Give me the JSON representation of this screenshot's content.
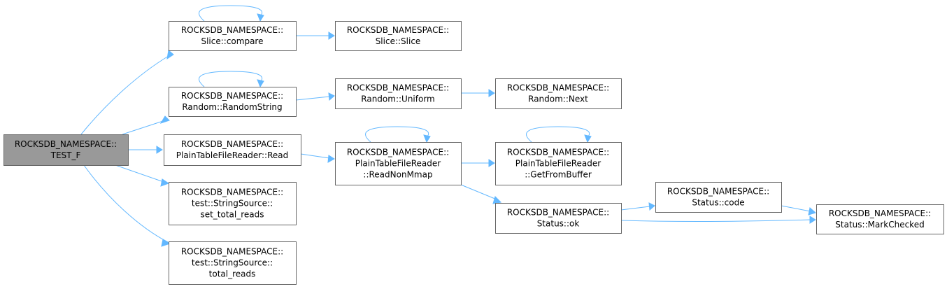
{
  "diagram": {
    "nodes": {
      "test_f": [
        "ROCKSDB_NAMESPACE::",
        "TEST_F"
      ],
      "slice_compare": [
        "ROCKSDB_NAMESPACE::",
        "Slice::compare"
      ],
      "slice_slice": [
        "ROCKSDB_NAMESPACE::",
        "Slice::Slice"
      ],
      "random_randomstring": [
        "ROCKSDB_NAMESPACE::",
        "Random::RandomString"
      ],
      "random_uniform": [
        "ROCKSDB_NAMESPACE::",
        "Random::Uniform"
      ],
      "random_next": [
        "ROCKSDB_NAMESPACE::",
        "Random::Next"
      ],
      "ptfr_read": [
        "ROCKSDB_NAMESPACE::",
        "PlainTableFileReader::Read"
      ],
      "ptfr_readnonmmap": [
        "ROCKSDB_NAMESPACE::",
        "PlainTableFileReader",
        "::ReadNonMmap"
      ],
      "ptfr_getfrombuffer": [
        "ROCKSDB_NAMESPACE::",
        "PlainTableFileReader",
        "::GetFromBuffer"
      ],
      "stringsource_set_total_reads": [
        "ROCKSDB_NAMESPACE::",
        "test::StringSource::",
        "set_total_reads"
      ],
      "stringsource_total_reads": [
        "ROCKSDB_NAMESPACE::",
        "test::StringSource::",
        "total_reads"
      ],
      "status_ok": [
        "ROCKSDB_NAMESPACE::",
        "Status::ok"
      ],
      "status_code": [
        "ROCKSDB_NAMESPACE::",
        "Status::code"
      ],
      "status_markchecked": [
        "ROCKSDB_NAMESPACE::",
        "Status::MarkChecked"
      ]
    },
    "edges": [
      [
        "test_f",
        "slice_compare"
      ],
      [
        "test_f",
        "random_randomstring"
      ],
      [
        "test_f",
        "ptfr_read"
      ],
      [
        "test_f",
        "stringsource_set_total_reads"
      ],
      [
        "test_f",
        "stringsource_total_reads"
      ],
      [
        "slice_compare",
        "slice_slice"
      ],
      [
        "slice_compare",
        "slice_compare"
      ],
      [
        "random_randomstring",
        "random_uniform"
      ],
      [
        "random_randomstring",
        "random_randomstring"
      ],
      [
        "random_uniform",
        "random_next"
      ],
      [
        "ptfr_read",
        "ptfr_readnonmmap"
      ],
      [
        "ptfr_readnonmmap",
        "ptfr_getfrombuffer"
      ],
      [
        "ptfr_readnonmmap",
        "status_ok"
      ],
      [
        "ptfr_readnonmmap",
        "ptfr_readnonmmap"
      ],
      [
        "ptfr_getfrombuffer",
        "ptfr_getfrombuffer"
      ],
      [
        "status_ok",
        "status_code"
      ],
      [
        "status_ok",
        "status_markchecked"
      ],
      [
        "status_code",
        "status_markchecked"
      ]
    ],
    "colors": {
      "edge": "#63b8ff",
      "node_border": "#666666",
      "node_fill": "#ffffff",
      "root_fill": "#999999"
    }
  }
}
